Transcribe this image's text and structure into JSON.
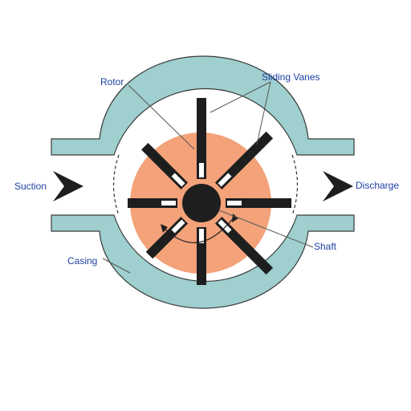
{
  "labels": {
    "rotor": "Rotor",
    "sliding_vanes": "Sliding Vanes",
    "suction": "Suction",
    "discharge": "Discharge",
    "shaft": "Shaft",
    "casing": "Casing"
  },
  "colors": {
    "casing": "#9fcfcf",
    "casing_outline": "#3a3a3a",
    "rotor": "#f3a27a",
    "vane": "#1e1e1e",
    "vane_slot": "#ffffff",
    "shaft": "#1e1e1e",
    "arrow": "#1e1e1e",
    "label_text": "#1f3fa6",
    "leader_line": "#555555"
  },
  "rotor": {
    "vane_count": 8
  }
}
